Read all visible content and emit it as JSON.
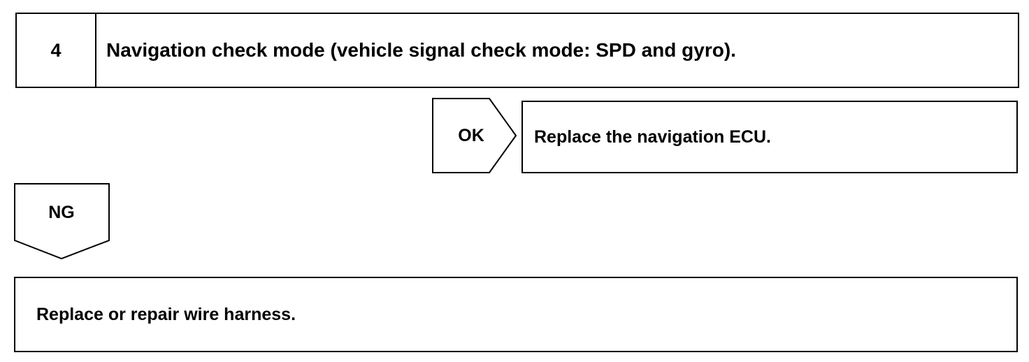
{
  "step": {
    "number": "4",
    "title": "Navigation check mode (vehicle signal check mode: SPD and gyro)."
  },
  "ok_branch": {
    "label": "OK",
    "result": "Replace the navigation ECU."
  },
  "ng_branch": {
    "label": "NG",
    "result": "Replace or repair wire harness."
  }
}
